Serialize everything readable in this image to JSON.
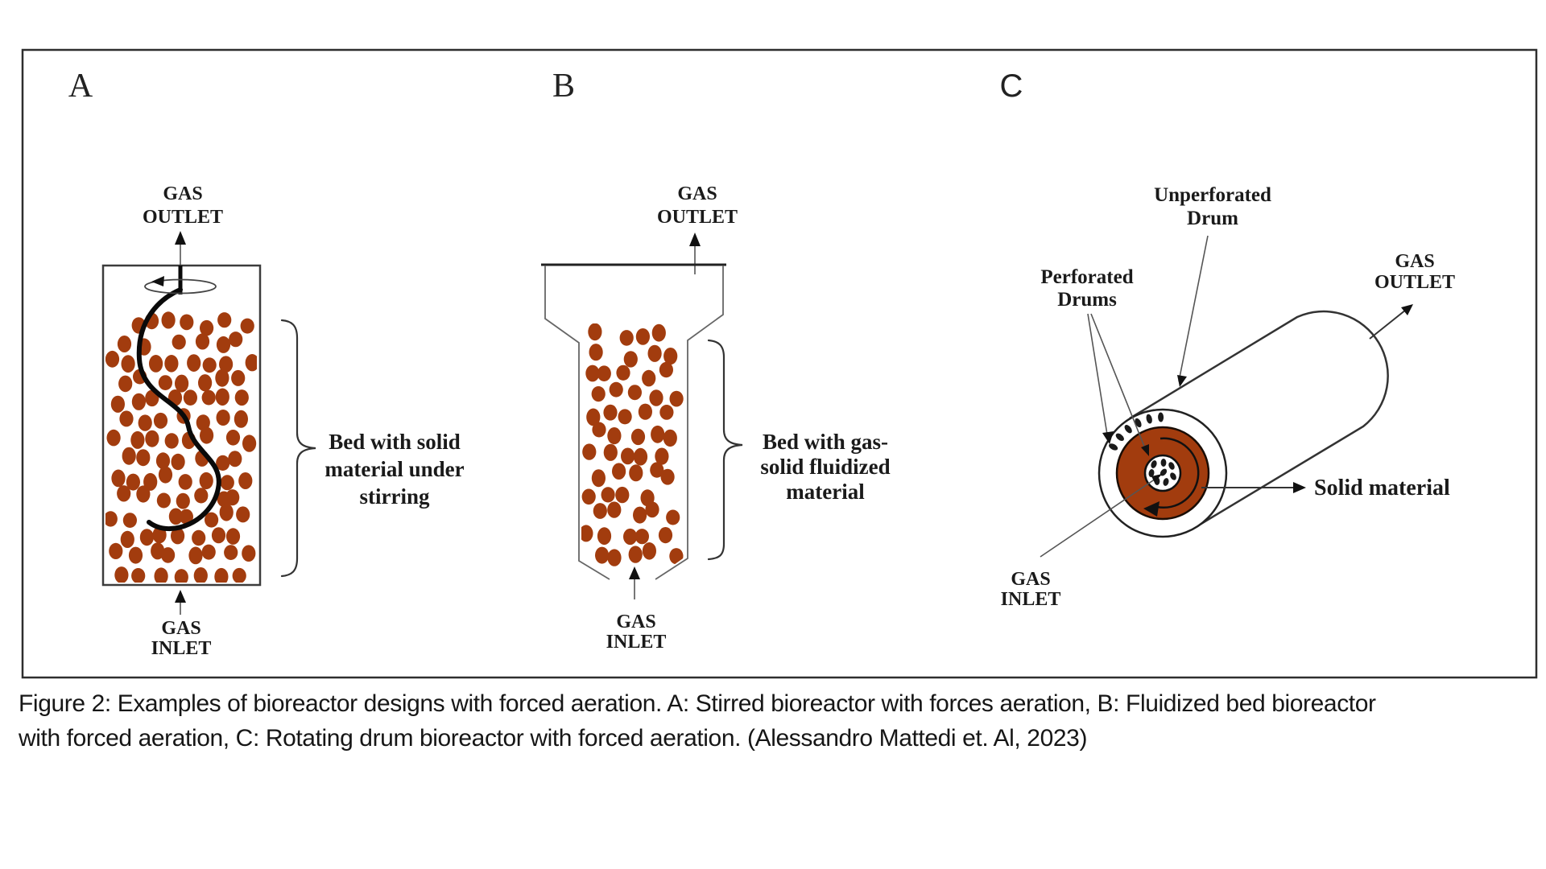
{
  "figure": {
    "caption_line1": "Figure 2: Examples of bioreactor designs with forced aeration. A: Stirred bioreactor with forces aeration, B: Fluidized bed bioreactor",
    "caption_line2": "with forced aeration, C: Rotating drum bioreactor with forced aeration. (Alessandro Mattedi et. Al, 2023)"
  },
  "colors": {
    "particle": "#A23C0E",
    "outline": "#333333",
    "text": "#1a1a1a"
  },
  "panelA": {
    "letter": "A",
    "gas_outlet": [
      "GAS",
      "OUTLET"
    ],
    "gas_inlet": [
      "GAS",
      "INLET"
    ],
    "bed_label": [
      "Bed with solid",
      "material under",
      "stirring"
    ]
  },
  "panelB": {
    "letter": "B",
    "gas_outlet": [
      "GAS",
      "OUTLET"
    ],
    "gas_inlet": [
      "GAS",
      "INLET"
    ],
    "bed_label": [
      "Bed with gas-",
      "solid fluidized",
      "material"
    ]
  },
  "panelC": {
    "letter": "C",
    "unperforated_label": [
      "Unperforated",
      "Drum"
    ],
    "perforated_label": [
      "Perforated",
      "Drums"
    ],
    "solid_material_label": "Solid material",
    "gas_outlet": [
      "GAS",
      "OUTLET"
    ],
    "gas_inlet": [
      "GAS",
      "INLET"
    ]
  }
}
